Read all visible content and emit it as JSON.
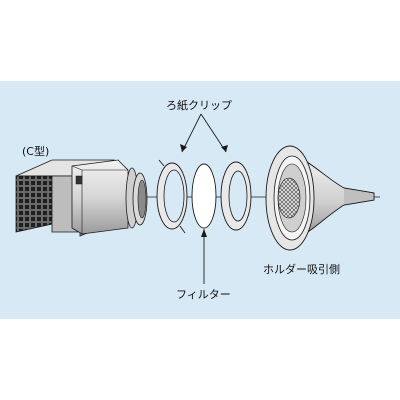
{
  "diagram": {
    "labels": {
      "filter_clip": "ろ紙クリップ",
      "c_type": "(C型)",
      "holder_suction_side": "ホルダー吸引側",
      "filter": "フィルター"
    },
    "colors": {
      "panel_background": "#d8e9f6",
      "line": "#1a1a1a",
      "part_fill": "#ececec",
      "part_shade": "#9a9a9a",
      "part_dark": "#5a5a5a"
    }
  }
}
